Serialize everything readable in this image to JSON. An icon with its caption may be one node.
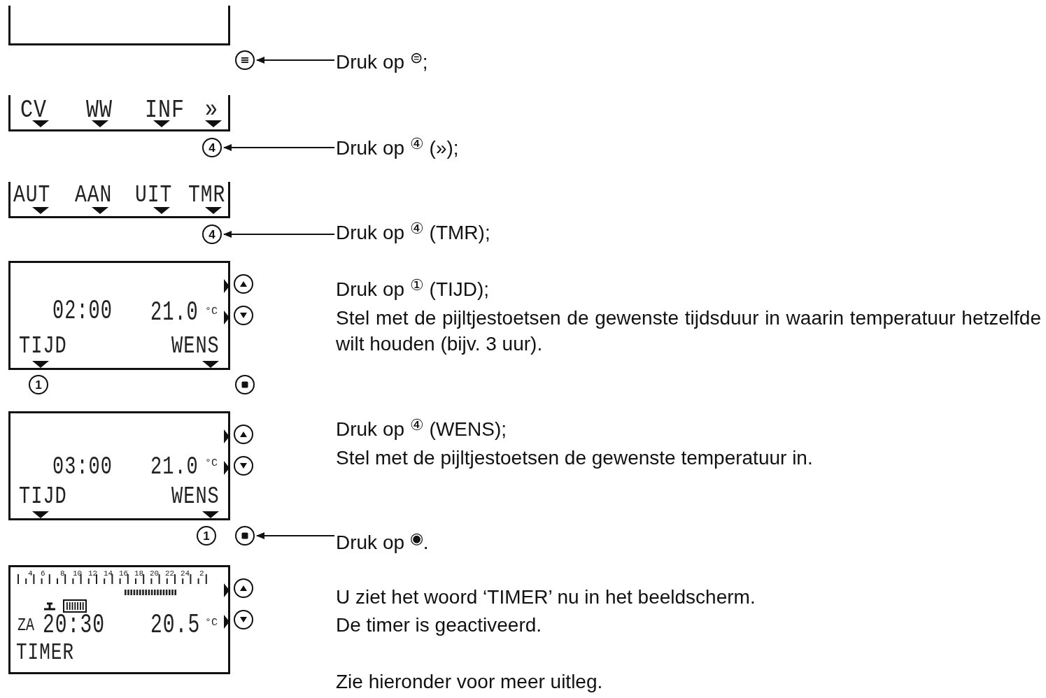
{
  "diagram": {
    "nodes": [
      {
        "text": [],
        "shape": "box"
      },
      {
        "text": [],
        "shape": "circle"
      },
      {
        "text": [
          "Druk op $^{⊜}$;"
        ]
      },
      {
        "text": [
          "CV",
          "WW",
          "INF",
          "»"
        ]
      },
      {
        "text": [
          "4"
        ]
      },
      {
        "text": [
          "Druk op $^{④}$ (»);"
        ]
      },
      {
        "text": [
          "AUT",
          "AAN",
          "UIT",
          "TMR"
        ]
      },
      {
        "text": [
          "4"
        ]
      },
      {
        "text": [
          "Druk op $^{④}$ (TMR);"
        ]
      },
      {
        "text": [
          "02:00",
          "21.0",
          "°C",
          "TIJD",
          "WENS"
        ]
      },
      {
        "text": [
          "03:00",
          "21.0",
          "°C",
          "TIJD",
          "WENS"
        ]
      },
      {
        "text": [],
        "shape": "circle"
      },
      {
        "text": [
          "Druk op $^{◉}$."
        ]
      },
      {
        "text": [
          "4",
          "6",
          "8",
          "10",
          "12",
          "14",
          "16",
          "18",
          "20",
          "22",
          "24",
          "2",
          "ZA",
          "20:30",
          "20.5",
          "°C",
          "TIMER"
        ]
      },
      {
        "text": [
          "1"
        ]
      },
      {
        "text": [
          "1"
        ]
      }
    ],
    "edges": [
      {
        "from": 2,
        "to": 1,
        "arrow": "to"
      },
      {
        "from": 5,
        "to": 4,
        "arrow": "to"
      },
      {
        "from": 8,
        "to": 7,
        "arrow": "to"
      },
      {
        "from": 12,
        "to": 11,
        "arrow": "to"
      }
    ],
    "labels": [
      "Druk op $^{①}$ (TIJD);",
      "Stel met de pijltjestoetsen de gewenste tijdsduur in waarin temperatuur hetzelfde wilt houden (bijv. 3 uur).",
      "Druk op $^{④}$ (WENS);",
      "Stel met de pijltjestoetsen de gewenste temperatuur in.",
      "U ziet het woord ‘TIMER’ nu in het beeldscherm.",
      "De timer is geactiveerd.",
      "Zie hieronder voor meer uitleg."
    ]
  }
}
